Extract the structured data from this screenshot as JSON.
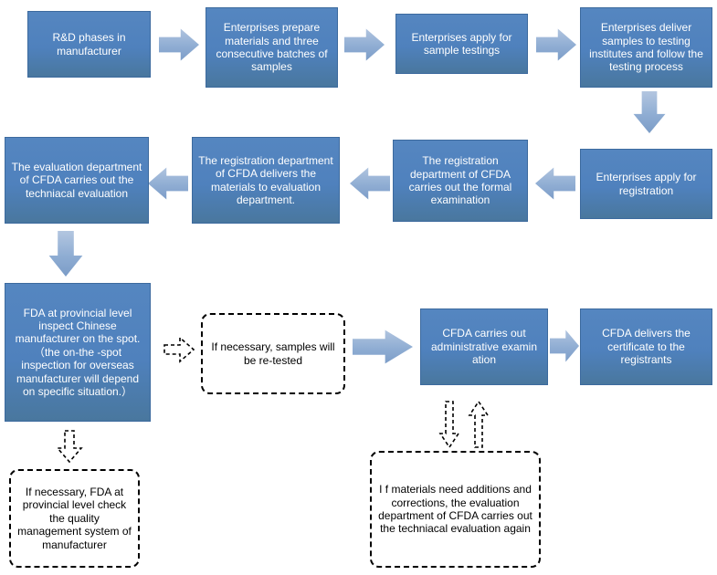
{
  "title": "CFDA registration and testing process flowchart",
  "colors": {
    "box_fill": "#4F81BD",
    "box_border": "#3C6A9E",
    "arrow_fill": "#8FADD3",
    "box_text": "#FFFFFF",
    "dashed_box_border": "#000000",
    "dashed_box_text": "#000000"
  },
  "nodes": {
    "rd": {
      "label": "R&D phases in manufacturer"
    },
    "prepare": {
      "label": "Enterprises prepare materials and three consecutive batches of samples"
    },
    "apply_testing": {
      "label": "Enterprises apply  for sample testings"
    },
    "deliver_samples": {
      "label": "Enterprises deliver samples to  testing institutes  and follow the  testing  process"
    },
    "apply_registration": {
      "label": "Enterprises apply  for registration"
    },
    "formal_exam": {
      "label": "The registration department of CFDA carries out  the formal examination"
    },
    "deliver_materials": {
      "label": "The registration department of CFDA delivers the materials to evaluation department."
    },
    "technical_eval": {
      "label": "The evaluation department of CFDA carries out  the techniacal evaluation"
    },
    "onsite_inspection": {
      "label": "FDA at provincial  level inspect  Chinese manufacturer on  the spot.（the on-the  -spot inspection  for overseas manufacturer will depend  on  specific situation.）"
    },
    "retest": {
      "label": "If necessary,  samples will be re-tested"
    },
    "admin_exam": {
      "label": "CFDA carries out administrative examin ation"
    },
    "certificate": {
      "label": "CFDA delivers the certificate to  the registrants"
    },
    "quality_check": {
      "label": "If necessary, FDA at provincial level  check the quality management system of manufacturer"
    },
    "reeval": {
      "label": "I f materials need additions and corrections, the evaluation department of CFDA carries out  the techniacal evaluation again"
    }
  }
}
